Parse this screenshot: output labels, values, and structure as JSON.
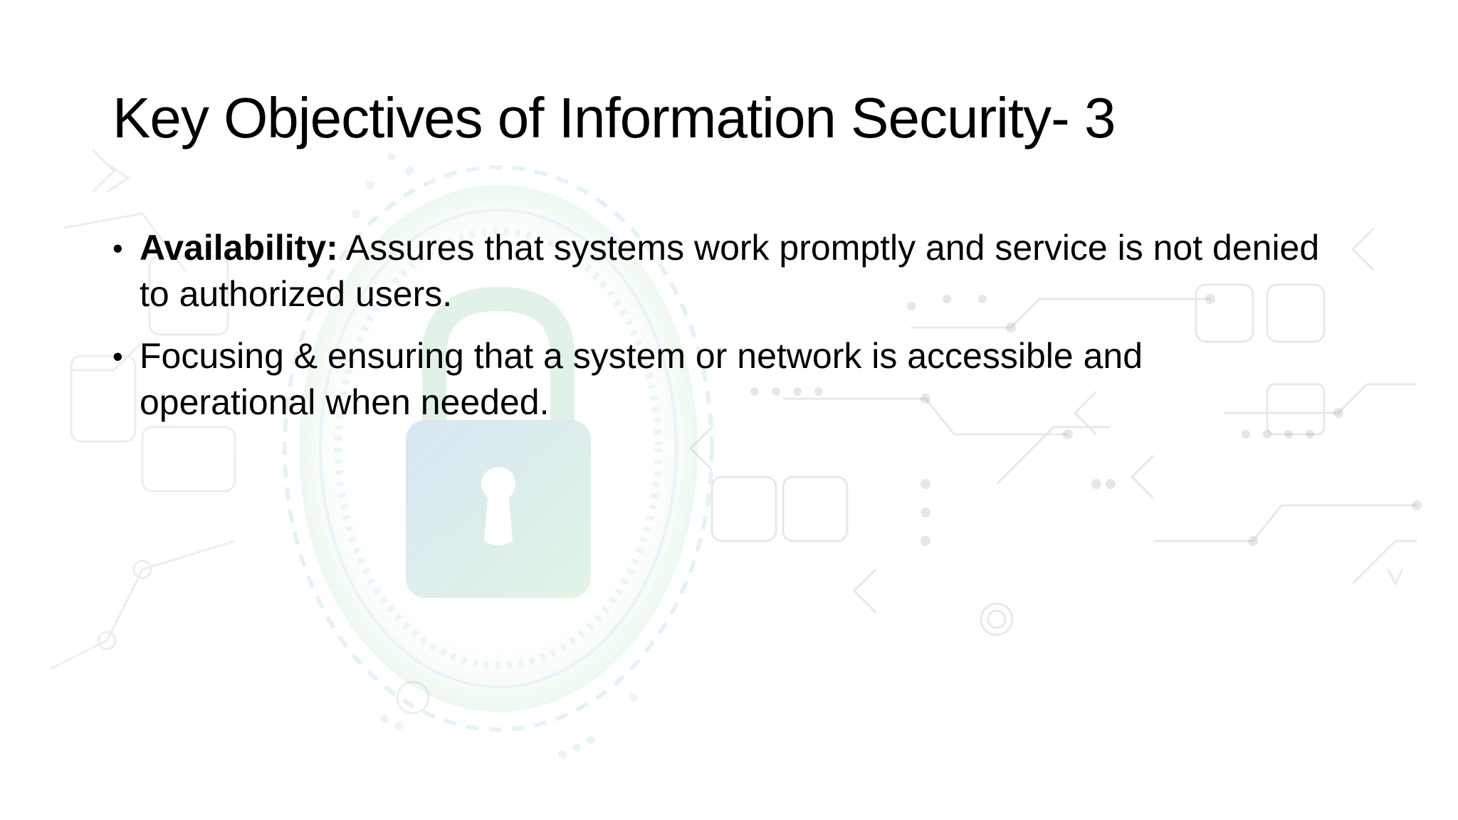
{
  "slide": {
    "title": "Key Objectives of Information Security- 3",
    "bullets": [
      {
        "term": "Availability:",
        "text": " Assures that systems work promptly and service is not denied to authorized users."
      },
      {
        "term": "",
        "text": "Focusing & ensuring that a system or network is accessible and operational when needed."
      }
    ],
    "background_icon": "padlock-circuit-icon",
    "colors": {
      "text": "#000000",
      "background": "#ffffff",
      "accent_green": "#9ed9a8",
      "accent_blue": "#a9c9e6"
    }
  }
}
